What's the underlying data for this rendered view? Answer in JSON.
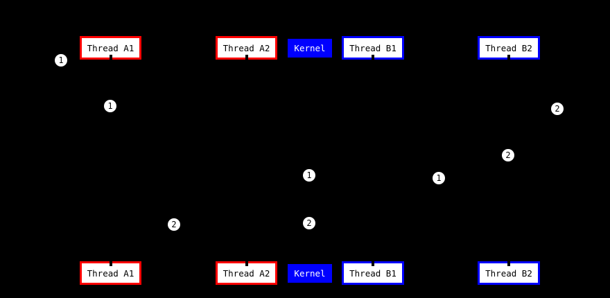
{
  "colors": {
    "background": "#000000",
    "red": "#ff0000",
    "blue": "#0000ff",
    "box-fill": "#ffffff",
    "box-text": "#000000",
    "kernel-text": "#ffffff",
    "badge-fill": "#ffffff",
    "badge-text": "#000000"
  },
  "participants": [
    {
      "id": "thread-a1",
      "label": "Thread A1",
      "style": "red-outline"
    },
    {
      "id": "thread-a2",
      "label": "Thread A2",
      "style": "red-outline"
    },
    {
      "id": "kernel",
      "label": "Kernel",
      "style": "blue-filled"
    },
    {
      "id": "thread-b1",
      "label": "Thread B1",
      "style": "blue-outline"
    },
    {
      "id": "thread-b2",
      "label": "Thread B2",
      "style": "blue-outline"
    }
  ],
  "markers": [
    {
      "value": "1"
    },
    {
      "value": "1"
    },
    {
      "value": "2"
    },
    {
      "value": "2"
    },
    {
      "value": "1"
    },
    {
      "value": "1"
    },
    {
      "value": "2"
    },
    {
      "value": "2"
    }
  ]
}
